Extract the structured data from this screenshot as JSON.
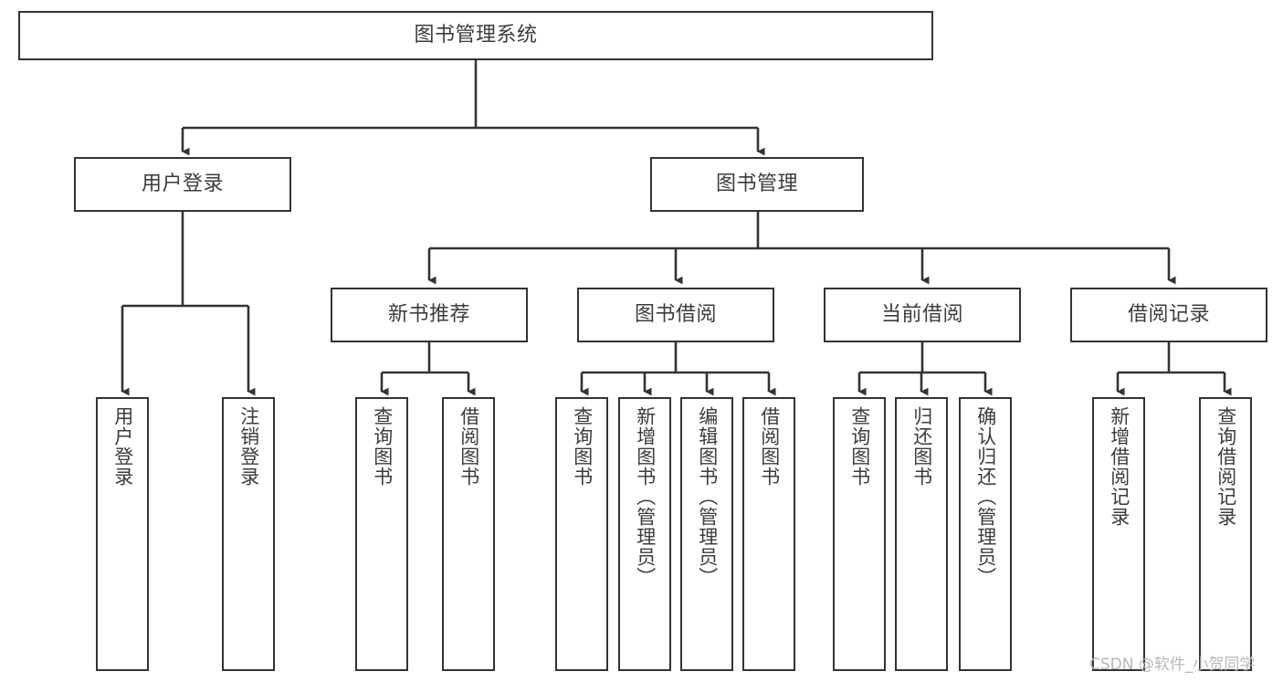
{
  "diagram": {
    "type": "hierarchy-tree",
    "title": "图书管理系统",
    "orientation": "top-down",
    "colors": {
      "border": "#333333",
      "text": "#3c3c3c",
      "background": "#ffffff",
      "watermark": "#b7b7b7"
    },
    "nodes": {
      "root": {
        "label": "图书管理系统",
        "level": 1
      },
      "user_login": {
        "label": "用户登录",
        "level": 2
      },
      "book_manage": {
        "label": "图书管理",
        "level": 2
      },
      "new_book_rec": {
        "label": "新书推荐",
        "level": 3
      },
      "book_borrow": {
        "label": "图书借阅",
        "level": 3
      },
      "current_borrow": {
        "label": "当前借阅",
        "level": 3
      },
      "borrow_record": {
        "label": "借阅记录",
        "level": 3
      },
      "leaf_user_login": {
        "label": "用户登录",
        "level": 3
      },
      "leaf_logout": {
        "label": "注销登录",
        "level": 3
      },
      "leaf_query_book_1": {
        "label": "查询图书",
        "level": 4
      },
      "leaf_borrow_book_1": {
        "label": "借阅图书",
        "level": 4
      },
      "leaf_query_book_2": {
        "label": "查询图书",
        "level": 4
      },
      "leaf_add_book": {
        "label": "新增图书（管理员）",
        "level": 4
      },
      "leaf_edit_book": {
        "label": "编辑图书（管理员）",
        "level": 4
      },
      "leaf_borrow_book_2": {
        "label": "借阅图书",
        "level": 4
      },
      "leaf_query_book_3": {
        "label": "查询图书",
        "level": 4
      },
      "leaf_return_book": {
        "label": "归还图书",
        "level": 4
      },
      "leaf_confirm_return": {
        "label": "确认归还（管理员）",
        "level": 4
      },
      "leaf_add_record": {
        "label": "新增借阅记录",
        "level": 4
      },
      "leaf_query_record": {
        "label": "查询借阅记录",
        "level": 4
      }
    },
    "edges": [
      {
        "from": "root",
        "to": "user_login"
      },
      {
        "from": "root",
        "to": "book_manage"
      },
      {
        "from": "user_login",
        "to": "leaf_user_login"
      },
      {
        "from": "user_login",
        "to": "leaf_logout"
      },
      {
        "from": "book_manage",
        "to": "new_book_rec"
      },
      {
        "from": "book_manage",
        "to": "book_borrow"
      },
      {
        "from": "book_manage",
        "to": "current_borrow"
      },
      {
        "from": "book_manage",
        "to": "borrow_record"
      },
      {
        "from": "new_book_rec",
        "to": "leaf_query_book_1"
      },
      {
        "from": "new_book_rec",
        "to": "leaf_borrow_book_1"
      },
      {
        "from": "book_borrow",
        "to": "leaf_query_book_2"
      },
      {
        "from": "book_borrow",
        "to": "leaf_add_book"
      },
      {
        "from": "book_borrow",
        "to": "leaf_edit_book"
      },
      {
        "from": "book_borrow",
        "to": "leaf_borrow_book_2"
      },
      {
        "from": "current_borrow",
        "to": "leaf_query_book_3"
      },
      {
        "from": "current_borrow",
        "to": "leaf_return_book"
      },
      {
        "from": "current_borrow",
        "to": "leaf_confirm_return"
      },
      {
        "from": "borrow_record",
        "to": "leaf_add_record"
      },
      {
        "from": "borrow_record",
        "to": "leaf_query_record"
      }
    ]
  },
  "watermark": {
    "text": "CSDN @软件_小贺同学"
  }
}
